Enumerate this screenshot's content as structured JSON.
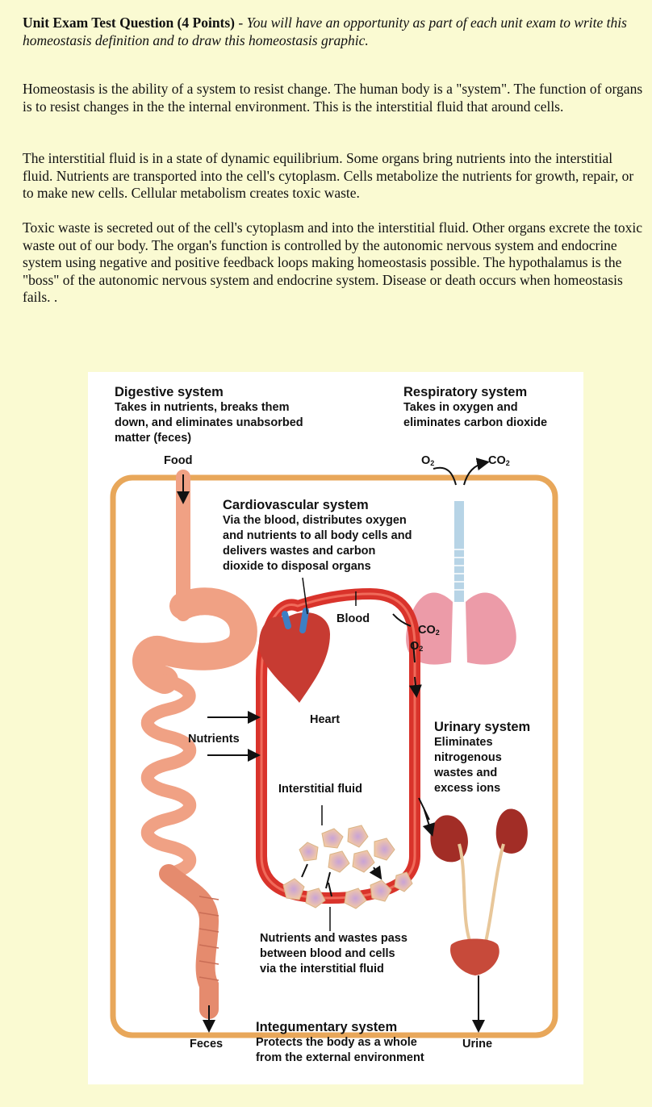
{
  "header": {
    "bold": "Unit Exam Test Question (4 Points)",
    "dash": " - ",
    "italic": "You will have an opportunity as part of each unit exam to write this homeostasis definition and to draw this homeostasis graphic."
  },
  "paragraphs": [
    "Homeostasis is the ability of a system to resist change. The human body is a \"system\". The function of organs is to resist changes in the the internal environment. This is the interstitial fluid that around cells.",
    "The interstitial fluid is in a state of dynamic equilibrium. Some organs bring nutrients into the interstitial fluid. Nutrients are transported into the cell's cytoplasm. Cells metabolize the nutrients for growth, repair, or to make new cells. Cellular metabolism creates toxic waste.",
    "Toxic waste is secreted  out of the cell's cytoplasm and into the interstitial fluid. Other organs excrete the toxic waste out of our body. The organ's function is controlled by the autonomic nervous system and endocrine system using negative and positive feedback loops making homeostasis possible. The hypothalamus is the \"boss\" of the autonomic nervous system and endocrine system. Disease or death occurs when homeostasis fails. ."
  ],
  "figure": {
    "digestive_title": "Digestive system",
    "digestive_desc": [
      "Takes in nutrients, breaks them",
      "down, and eliminates unabsorbed",
      "matter (feces)"
    ],
    "respiratory_title": "Respiratory system",
    "respiratory_desc": [
      "Takes in oxygen and",
      "eliminates carbon dioxide"
    ],
    "cardio_title": "Cardiovascular system",
    "cardio_desc": [
      "Via the blood, distributes oxygen",
      "and nutrients to all body cells and",
      "delivers wastes and carbon",
      "dioxide to disposal organs"
    ],
    "urinary_title": "Urinary system",
    "urinary_desc": [
      "Eliminates",
      "nitrogenous",
      "wastes and",
      "excess ions"
    ],
    "integ_title": "Integumentary system",
    "integ_desc": [
      "Protects the body as a whole",
      "from the external environment"
    ],
    "food": "Food",
    "o2": "O",
    "co2": "CO",
    "sub2": "2",
    "blood": "Blood",
    "heart": "Heart",
    "nutrients": "Nutrients",
    "interstitial": "Interstitial fluid",
    "exchange": [
      "Nutrients and wastes pass",
      "between blood and cells",
      "via the interstitial fluid"
    ],
    "feces": "Feces",
    "urine": "Urine"
  },
  "colors": {
    "background": "#fafad2",
    "body_outline": "#e8a75a",
    "blood_vessel": "#d9332b",
    "gut": "#f0a184",
    "lungs": "#ec9ba8",
    "kidney": "#a22d26"
  }
}
